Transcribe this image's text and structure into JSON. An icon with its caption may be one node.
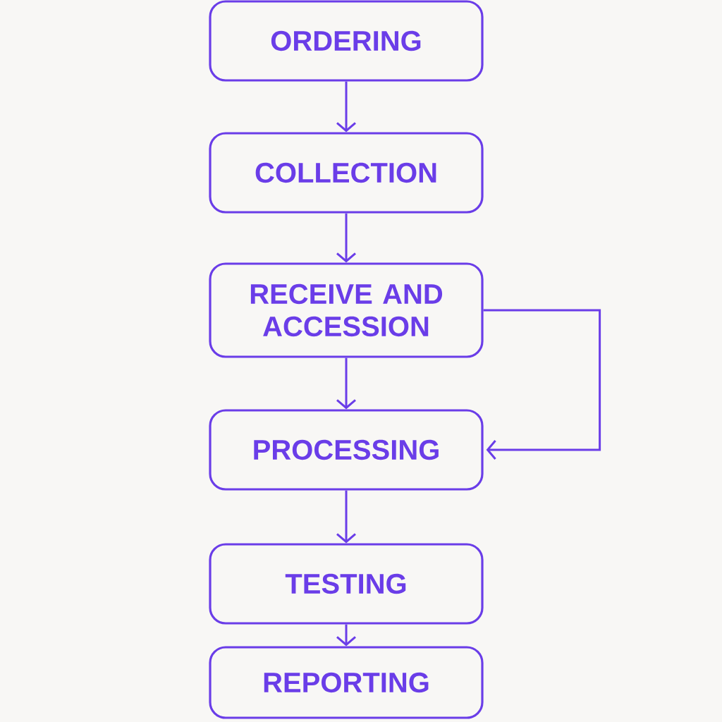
{
  "diagram": {
    "nodes": [
      {
        "text": [
          "ORDERING"
        ]
      },
      {
        "text": [
          "COLLECTION"
        ]
      },
      {
        "text": [
          "RECEIVE AND ACCESSION"
        ]
      },
      {
        "text": [
          "PROCESSING"
        ]
      },
      {
        "text": [
          "TESTING"
        ]
      },
      {
        "text": [
          "REPORTING"
        ]
      }
    ],
    "edges": [
      {
        "from": 0,
        "to": 1,
        "arrow": "to"
      },
      {
        "from": 1,
        "to": 2,
        "arrow": "to"
      },
      {
        "from": 2,
        "to": 3,
        "arrow": "to"
      },
      {
        "from": 2,
        "to": 3,
        "arrow": "to"
      },
      {
        "from": 3,
        "to": 4,
        "arrow": "to"
      },
      {
        "from": 4,
        "to": 5,
        "arrow": "to"
      }
    ]
  }
}
